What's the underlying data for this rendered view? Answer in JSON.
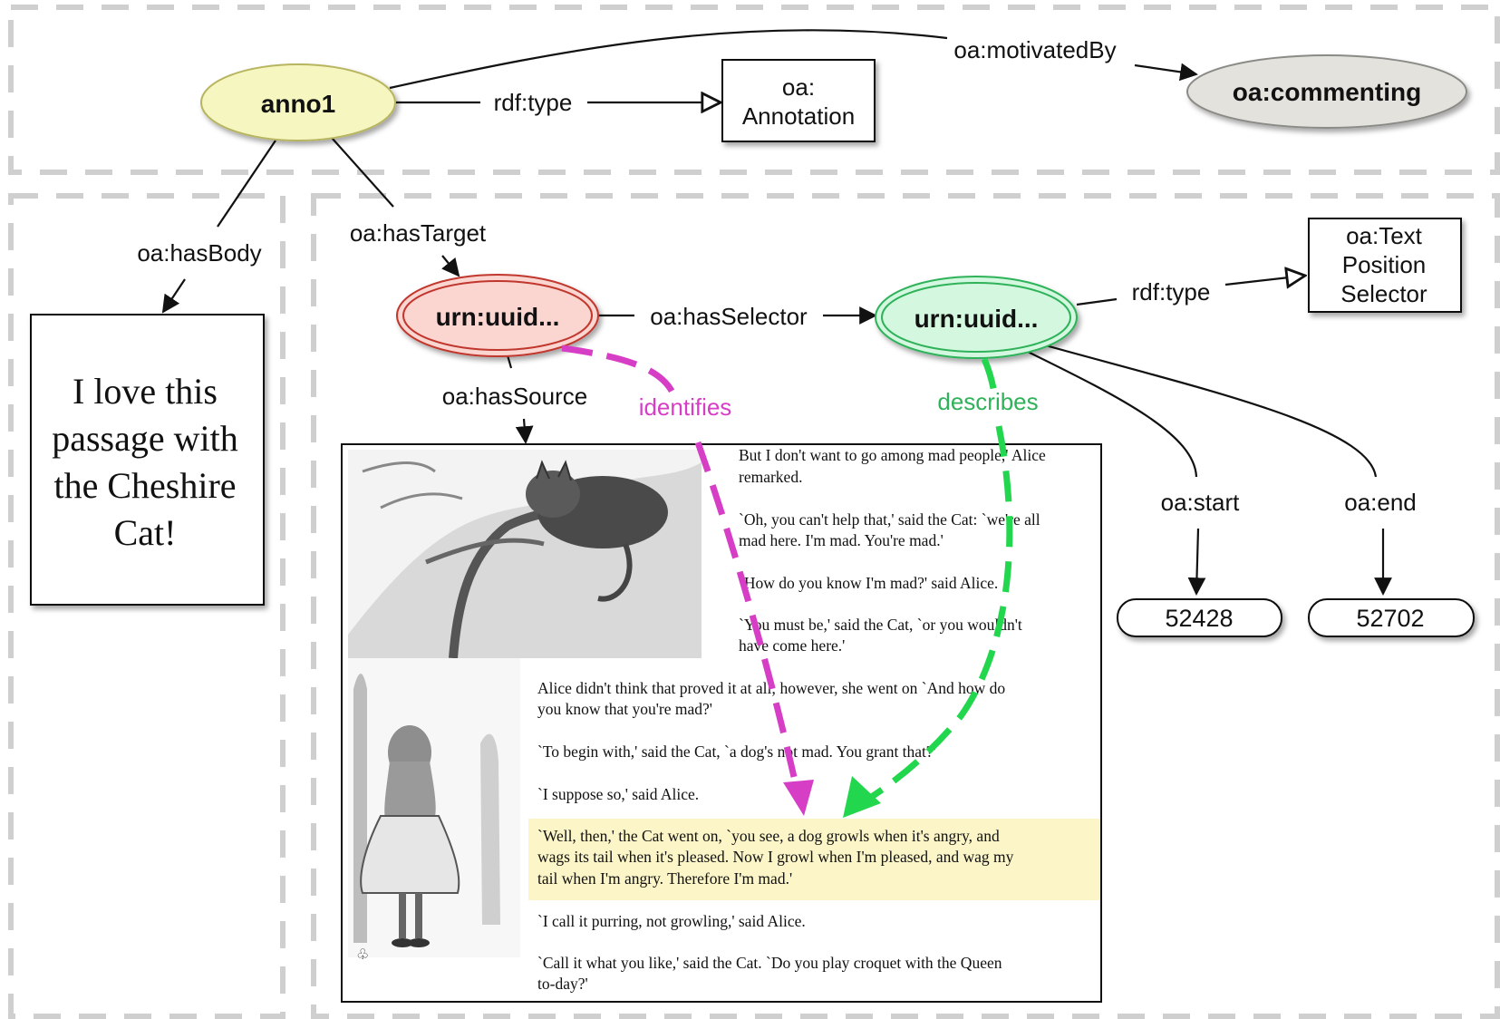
{
  "colors": {
    "anno_fill": "#f6f6c0",
    "anno_stroke": "#b8b560",
    "target_fill": "#fbd5d0",
    "target_stroke": "#c0372e",
    "selector_fill": "#d4f8df",
    "selector_stroke": "#2fb25a",
    "commenting_fill": "#e3e2dd",
    "identifies": "#d63ec6",
    "describes": "#22d64d",
    "highlight": "#fbf5c7"
  },
  "nodes": {
    "anno": "anno1",
    "commenting": "oa:commenting",
    "annotation_class_1": "oa:",
    "annotation_class_2": "Annotation",
    "target": "urn:uuid...",
    "selector": "urn:uuid...",
    "tps_1": "oa:Text",
    "tps_2": "Position",
    "tps_3": "Selector",
    "start_value": "52428",
    "end_value": "52702"
  },
  "edges": {
    "motivated_by": "oa:motivatedBy",
    "rdf_type_1": "rdf:type",
    "rdf_type_2": "rdf:type",
    "has_body": "oa:hasBody",
    "has_target": "oa:hasTarget",
    "has_selector": "oa:hasSelector",
    "has_source": "oa:hasSource",
    "identifies": "identifies",
    "describes": "describes",
    "start": "oa:start",
    "end": "oa:end"
  },
  "body_text": [
    "I love this",
    "passage with",
    "the Cheshire",
    "Cat!"
  ],
  "book_lines": [
    "But I don't want to go among mad people,' Alice",
    "remarked.",
    "`Oh, you can't help that,' said the Cat: `we're all",
    "mad here. I'm mad. You're mad.'",
    "`How do you know I'm mad?' said Alice.",
    "`You must be,' said the Cat, `or you wouldn't",
    "have come here.'",
    "Alice didn't think that proved it at all; however, she went on `And how do",
    "you know that you're mad?'",
    "`To begin with,' said the Cat, `a dog's not mad. You grant that?'",
    "`I suppose so,' said Alice.",
    "`Well, then,' the Cat went on, `you see, a dog growls when it's angry, and",
    "wags its tail when it's pleased. Now I growl when I'm pleased, and wag my",
    "tail when I'm angry. Therefore I'm mad.'",
    "`I call it purring, not growling,' said Alice.",
    "`Call it what you like,' said the Cat. `Do you play croquet with the Queen",
    "to-day?'"
  ]
}
